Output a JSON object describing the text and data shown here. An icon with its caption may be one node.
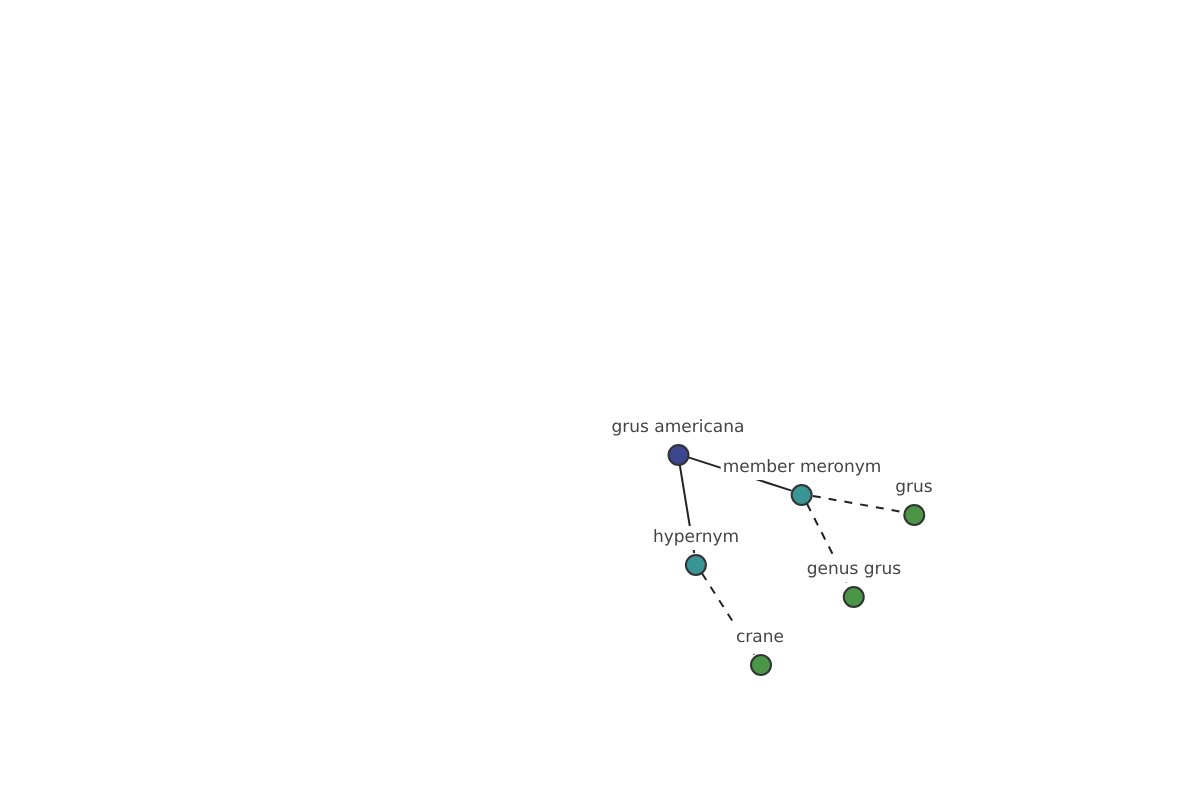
{
  "diagram": {
    "nodes": [
      {
        "text": [
          "grus americana"
        ]
      },
      {
        "text": [
          "member meronym"
        ]
      },
      {
        "text": [
          "grus"
        ]
      },
      {
        "text": [
          "genus grus"
        ]
      },
      {
        "text": [
          "hypernym"
        ]
      },
      {
        "text": [
          "crane"
        ]
      }
    ],
    "edges": [
      {
        "from": 0,
        "to": 1,
        "arrow": "none"
      },
      {
        "from": 1,
        "to": 2,
        "arrow": "none",
        "style": "dashed"
      },
      {
        "from": 1,
        "to": 3,
        "arrow": "none",
        "style": "dashed"
      },
      {
        "from": 0,
        "to": 4,
        "arrow": "none"
      },
      {
        "from": 4,
        "to": 5,
        "arrow": "none",
        "style": "dashed"
      }
    ]
  }
}
